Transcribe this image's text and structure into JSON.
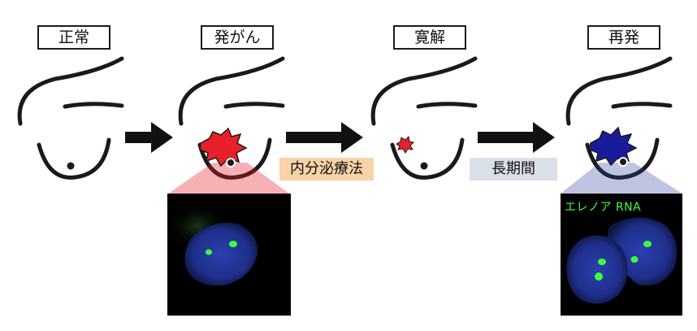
{
  "stages": {
    "normal": "正常",
    "carcinogenesis": "発がん",
    "remission": "寛解",
    "recurrence": "再発"
  },
  "transitions": {
    "treatment": "内分泌療法",
    "long_period": "長期間"
  },
  "micrograph": {
    "caption": "エレノア RNA"
  },
  "colors": {
    "tumor_primary": "#e8202a",
    "tumor_recurrent": "#1a1a9c",
    "treatment_label_bg": "#f8d3a8",
    "long_period_label_bg": "#d9e0e8",
    "nucleus_blue": "#2a3a9a",
    "rna_green": "#3cff3c"
  },
  "icons": {
    "arrows": "right-arrow-icon",
    "breast": "breast-outline-icon"
  }
}
